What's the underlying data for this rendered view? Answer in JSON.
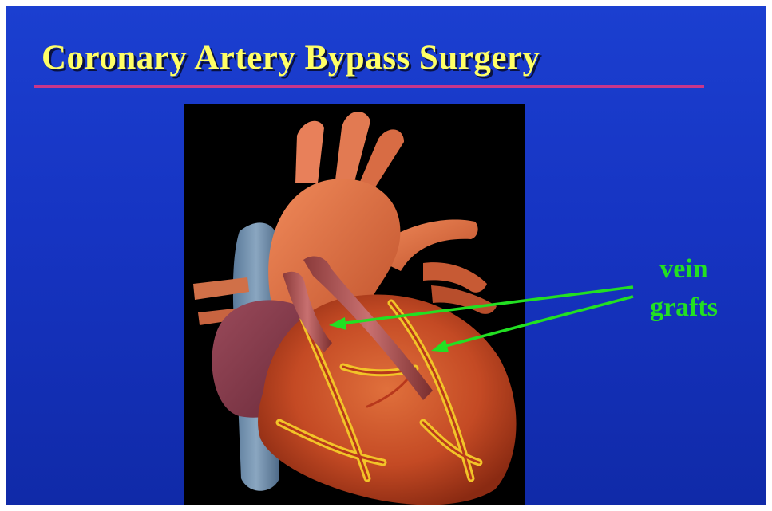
{
  "slide": {
    "title": "Coronary Artery Bypass Surgery",
    "background_color": "#1634c2",
    "title_color": "#ffff66",
    "rule_color": "#c8368a"
  },
  "illustration": {
    "subject": "heart-with-vein-grafts",
    "panel_color": "#000000"
  },
  "callout": {
    "line1": "vein",
    "line2": "grafts",
    "color": "#22e022"
  }
}
